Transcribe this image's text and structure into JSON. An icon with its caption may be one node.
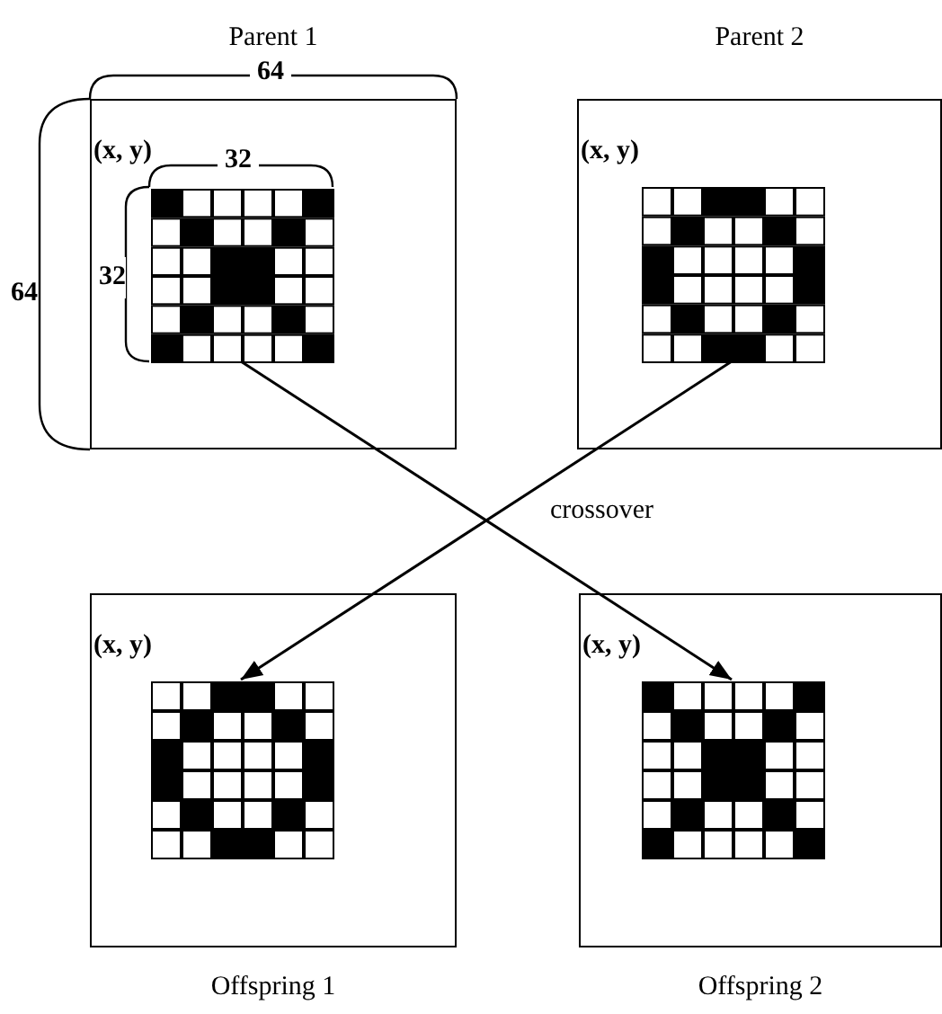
{
  "diagram": {
    "nodes": [
      {
        "text": [
          "Parent 1",
          "(x, y)"
        ]
      },
      {
        "text": [],
        "shape": "grid",
        "in": 0
      },
      {
        "text": [
          "Parent 2",
          "(x, y)"
        ]
      },
      {
        "text": [],
        "shape": "grid",
        "in": 2
      },
      {
        "text": [
          "Offspring 1",
          "(x, y)"
        ]
      },
      {
        "text": [],
        "shape": "grid",
        "in": 4
      },
      {
        "text": [
          "Offspring 2",
          "(x, y)"
        ]
      },
      {
        "text": [],
        "shape": "grid",
        "in": 6
      }
    ],
    "edges": [
      {
        "from": 1,
        "to": 7,
        "arrow": "to"
      },
      {
        "from": 3,
        "to": 5,
        "arrow": "to"
      }
    ],
    "labels": [
      "64",
      "64",
      "32",
      "32",
      "crossover"
    ]
  }
}
